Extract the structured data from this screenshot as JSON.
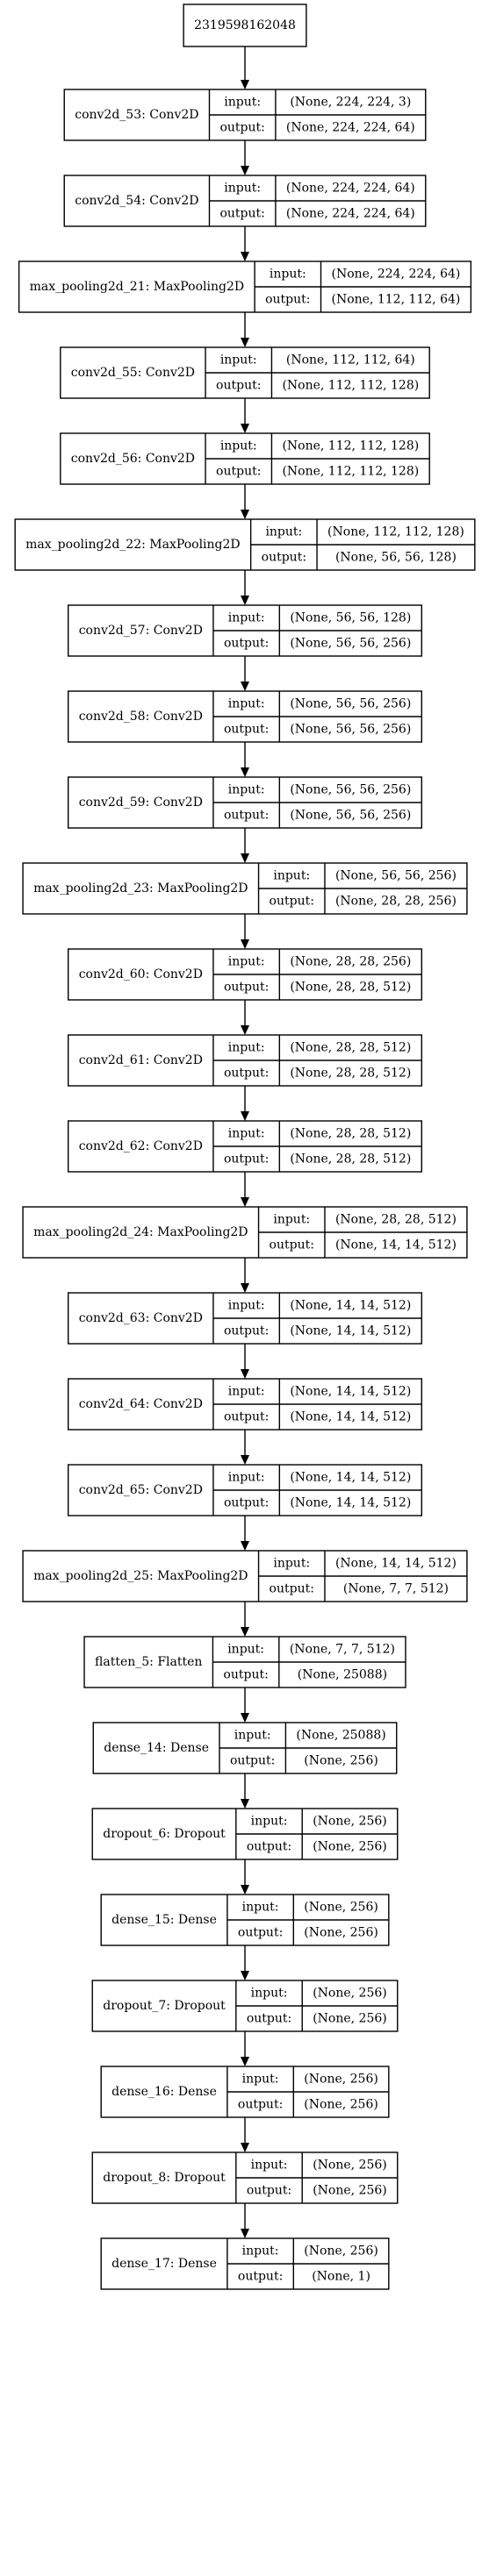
{
  "input_node": {
    "label": "2319598162048"
  },
  "layers": [
    {
      "label": "conv2d_53: Conv2D",
      "input": "(None, 224, 224, 3)",
      "output": "(None, 224, 224, 64)"
    },
    {
      "label": "conv2d_54: Conv2D",
      "input": "(None, 224, 224, 64)",
      "output": "(None, 224, 224, 64)"
    },
    {
      "label": "max_pooling2d_21: MaxPooling2D",
      "input": "(None, 224, 224, 64)",
      "output": "(None, 112, 112, 64)"
    },
    {
      "label": "conv2d_55: Conv2D",
      "input": "(None, 112, 112, 64)",
      "output": "(None, 112, 112, 128)"
    },
    {
      "label": "conv2d_56: Conv2D",
      "input": "(None, 112, 112, 128)",
      "output": "(None, 112, 112, 128)"
    },
    {
      "label": "max_pooling2d_22: MaxPooling2D",
      "input": "(None, 112, 112, 128)",
      "output": "(None, 56, 56, 128)"
    },
    {
      "label": "conv2d_57: Conv2D",
      "input": "(None, 56, 56, 128)",
      "output": "(None, 56, 56, 256)"
    },
    {
      "label": "conv2d_58: Conv2D",
      "input": "(None, 56, 56, 256)",
      "output": "(None, 56, 56, 256)"
    },
    {
      "label": "conv2d_59: Conv2D",
      "input": "(None, 56, 56, 256)",
      "output": "(None, 56, 56, 256)"
    },
    {
      "label": "max_pooling2d_23: MaxPooling2D",
      "input": "(None, 56, 56, 256)",
      "output": "(None, 28, 28, 256)"
    },
    {
      "label": "conv2d_60: Conv2D",
      "input": "(None, 28, 28, 256)",
      "output": "(None, 28, 28, 512)"
    },
    {
      "label": "conv2d_61: Conv2D",
      "input": "(None, 28, 28, 512)",
      "output": "(None, 28, 28, 512)"
    },
    {
      "label": "conv2d_62: Conv2D",
      "input": "(None, 28, 28, 512)",
      "output": "(None, 28, 28, 512)"
    },
    {
      "label": "max_pooling2d_24: MaxPooling2D",
      "input": "(None, 28, 28, 512)",
      "output": "(None, 14, 14, 512)"
    },
    {
      "label": "conv2d_63: Conv2D",
      "input": "(None, 14, 14, 512)",
      "output": "(None, 14, 14, 512)"
    },
    {
      "label": "conv2d_64: Conv2D",
      "input": "(None, 14, 14, 512)",
      "output": "(None, 14, 14, 512)"
    },
    {
      "label": "conv2d_65: Conv2D",
      "input": "(None, 14, 14, 512)",
      "output": "(None, 14, 14, 512)"
    },
    {
      "label": "max_pooling2d_25: MaxPooling2D",
      "input": "(None, 14, 14, 512)",
      "output": "(None, 7, 7, 512)"
    },
    {
      "label": "flatten_5: Flatten",
      "input": "(None, 7, 7, 512)",
      "output": "(None, 25088)"
    },
    {
      "label": "dense_14: Dense",
      "input": "(None, 25088)",
      "output": "(None, 256)"
    },
    {
      "label": "dropout_6: Dropout",
      "input": "(None, 256)",
      "output": "(None, 256)"
    },
    {
      "label": "dense_15: Dense",
      "input": "(None, 256)",
      "output": "(None, 256)"
    },
    {
      "label": "dropout_7: Dropout",
      "input": "(None, 256)",
      "output": "(None, 256)"
    },
    {
      "label": "dense_16: Dense",
      "input": "(None, 256)",
      "output": "(None, 256)"
    },
    {
      "label": "dropout_8: Dropout",
      "input": "(None, 256)",
      "output": "(None, 256)"
    },
    {
      "label": "dense_17: Dense",
      "input": "(None, 256)",
      "output": "(None, 1)"
    }
  ],
  "port_labels": {
    "input": "input:",
    "output": "output:"
  }
}
